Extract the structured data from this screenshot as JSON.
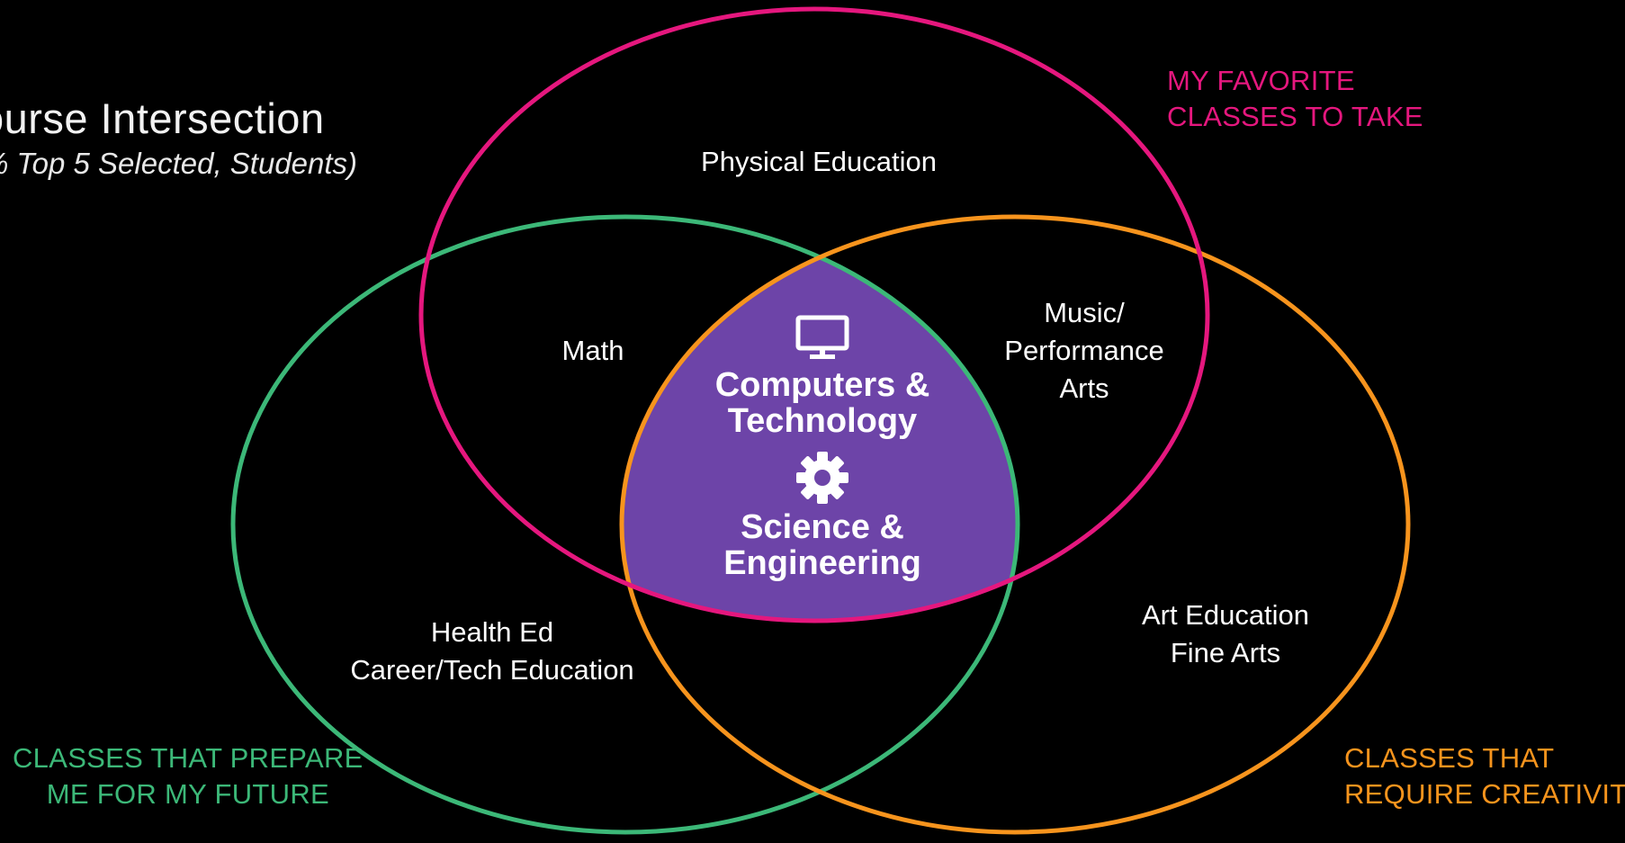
{
  "title": {
    "main": "ourse Intersection",
    "subtitle": "% Top 5 Selected, Students)"
  },
  "circles": {
    "favorite": {
      "label_line1": "MY FAVORITE",
      "label_line2": "CLASSES TO TAKE",
      "color": "#e5177e"
    },
    "future": {
      "label_line1": "CLASSES THAT PREPARE",
      "label_line2": "ME FOR MY FUTURE",
      "color": "#3cb878"
    },
    "creativity": {
      "label_line1": "CLASSES THAT",
      "label_line2": "REQUIRE CREATIVITY",
      "color": "#f7941d"
    }
  },
  "regions": {
    "favorite_only": [
      "Physical Education"
    ],
    "favorite_future": [
      "Math"
    ],
    "favorite_creativity": [
      "Music/",
      "Performance",
      "Arts"
    ],
    "future_only": [
      "Health Ed",
      "Career/Tech Education"
    ],
    "creativity_only": [
      "Art Education",
      "Fine Arts"
    ]
  },
  "center": {
    "fill_color": "#6d44a8",
    "item1": {
      "icon": "monitor-icon",
      "line1": "Computers &",
      "line2": "Technology"
    },
    "item2": {
      "icon": "gear-icon",
      "line1": "Science &",
      "line2": "Engineering"
    }
  }
}
